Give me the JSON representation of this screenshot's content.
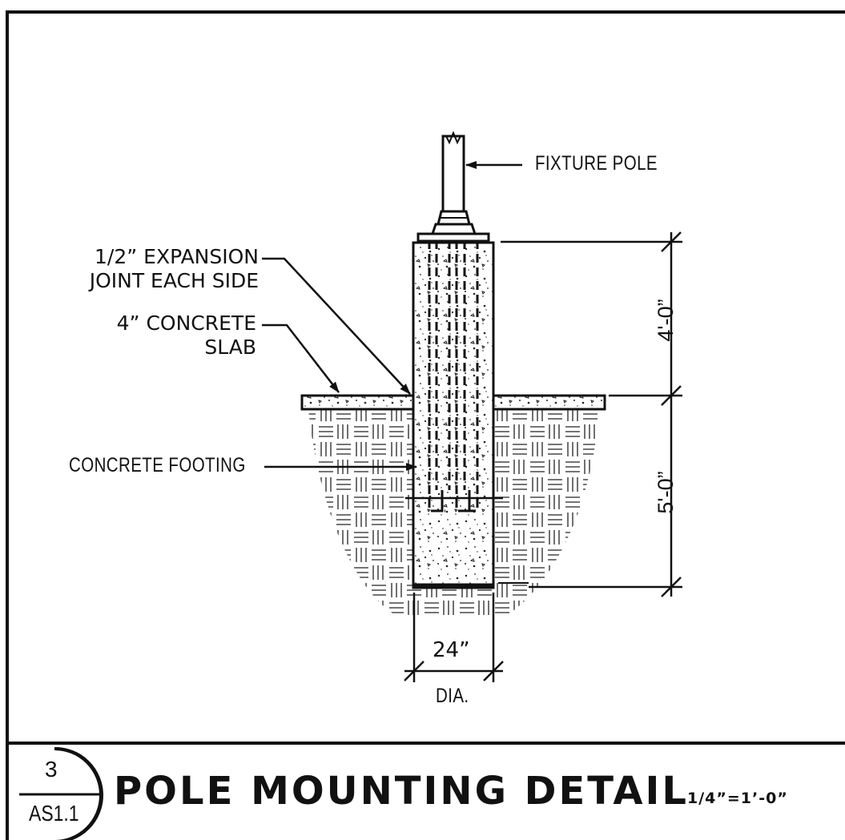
{
  "labels": {
    "fixture_pole": "FIXTURE POLE",
    "expansion_joint_line1": "1/2” EXPANSION",
    "expansion_joint_line2": "JOINT EACH SIDE",
    "slab_line1": "4” CONCRETE",
    "slab_line2": "SLAB",
    "footing": "CONCRETE FOOTING",
    "dim_upper": "4'-0”",
    "dim_lower": "5'-0”",
    "dim_width": "24”",
    "dim_width_note": "DIA."
  },
  "title_block": {
    "detail_number": "3",
    "sheet_ref": "AS1.1",
    "title": "POLE MOUNTING DETAIL",
    "scale": "1/4”=1’-0”"
  },
  "colors": {
    "ink": "#111111",
    "paper": "#ffffff"
  }
}
